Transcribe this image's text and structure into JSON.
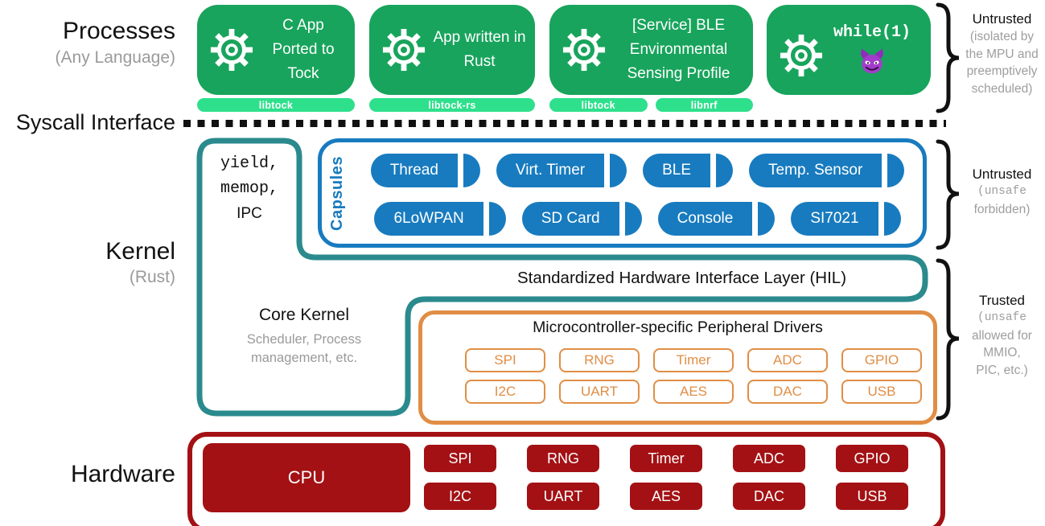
{
  "colors": {
    "process_green": "#18a45c",
    "lib_badge_green": "#2ee08c",
    "capsule_blue": "#187bbf",
    "kernel_teal": "#2b8a8d",
    "driver_orange": "#e08e45",
    "hardware_red": "#a31114",
    "muted_gray": "#9a9a9a",
    "text_black": "#111111"
  },
  "left_labels": {
    "processes_title": "Processes",
    "processes_sub": "(Any Language)",
    "syscall": "Syscall Interface",
    "kernel_title": "Kernel",
    "kernel_sub": "(Rust)",
    "hardware": "Hardware"
  },
  "processes": {
    "apps": [
      {
        "name": "C App Ported to Tock",
        "libs": [
          "libtock"
        ]
      },
      {
        "name": "App written in Rust",
        "libs": [
          "libtock-rs"
        ]
      },
      {
        "name": "[Service] BLE Environmental Sensing Profile",
        "libs": [
          "libtock",
          "libnrf"
        ]
      },
      {
        "name": "while(1)",
        "libs": []
      }
    ],
    "annotation": {
      "title": "Untrusted",
      "lines": [
        "(isolated by",
        "the MPU and",
        "preemptively",
        "scheduled)"
      ]
    }
  },
  "kernel": {
    "syscalls": [
      "yield,",
      "memop,",
      "IPC"
    ],
    "capsules": {
      "label": "Capsules",
      "row1": [
        "Thread",
        "Virt. Timer",
        "BLE",
        "Temp. Sensor"
      ],
      "row2": [
        "6LoWPAN",
        "SD Card",
        "Console",
        "SI7021"
      ],
      "annotation": {
        "title": "Untrusted",
        "lines": [
          "(unsafe",
          "forbidden)"
        ]
      }
    },
    "hil": "Standardized Hardware Interface Layer (HIL)",
    "core": {
      "title": "Core Kernel",
      "subtitle": "Scheduler, Process management, etc."
    },
    "drivers": {
      "title": "Microcontroller-specific Peripheral Drivers",
      "row1": [
        "SPI",
        "RNG",
        "Timer",
        "ADC",
        "GPIO"
      ],
      "row2": [
        "I2C",
        "UART",
        "AES",
        "DAC",
        "USB"
      ],
      "annotation": {
        "title": "Trusted",
        "lines": [
          "(unsafe",
          "allowed for",
          "MMIO,",
          "PIC, etc.)"
        ]
      }
    }
  },
  "hardware": {
    "cpu": "CPU",
    "row1": [
      "SPI",
      "RNG",
      "Timer",
      "ADC",
      "GPIO"
    ],
    "row2": [
      "I2C",
      "UART",
      "AES",
      "DAC",
      "USB"
    ]
  }
}
